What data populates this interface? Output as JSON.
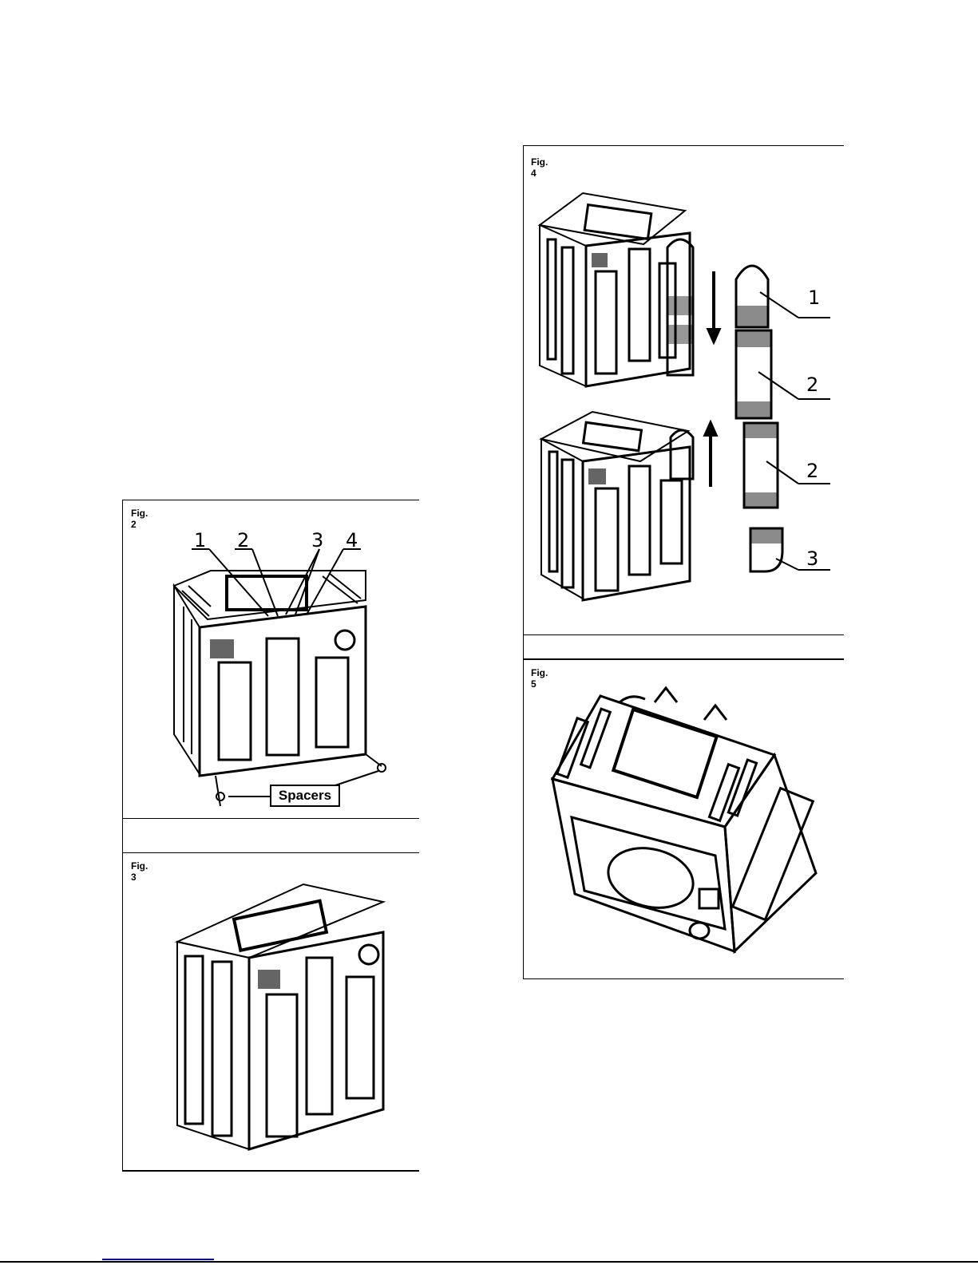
{
  "figures": {
    "fig2": {
      "label": "Fig. 2",
      "callouts": [
        "1",
        "2",
        "3",
        "4"
      ],
      "spacers_label": "Spacers"
    },
    "fig3": {
      "label": "Fig. 3"
    },
    "fig4": {
      "label": "Fig. 4",
      "callouts": [
        "1",
        "2",
        "2",
        "3"
      ]
    },
    "fig5": {
      "label": "Fig. 5"
    }
  },
  "colors": {
    "ink": "#000000",
    "paper": "#ffffff",
    "footer_link": "#0000cc"
  }
}
